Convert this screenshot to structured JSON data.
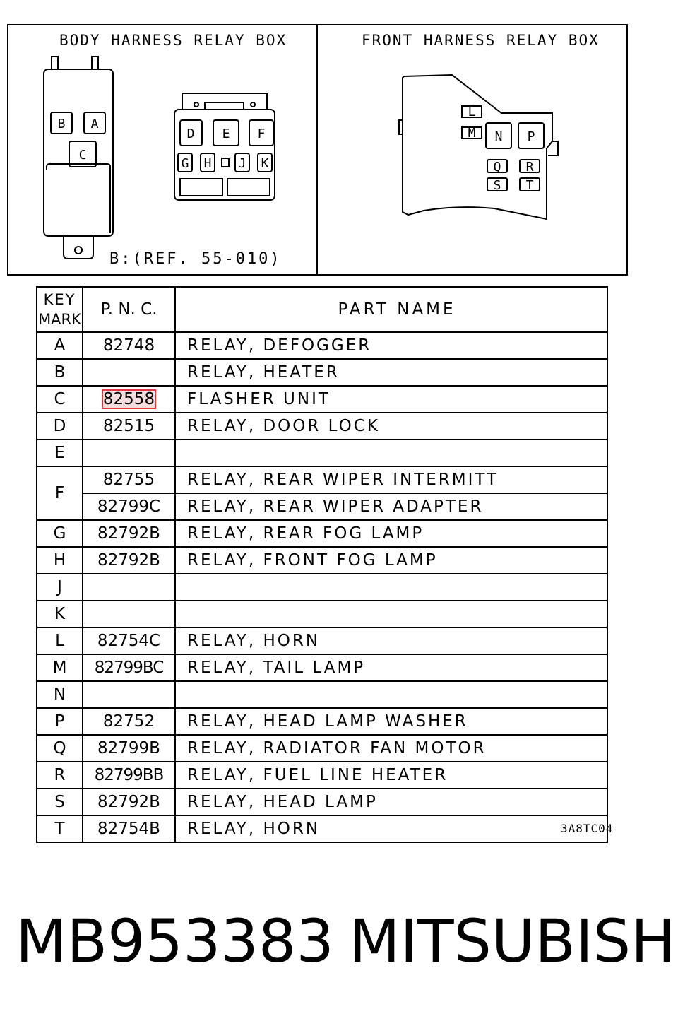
{
  "panels": {
    "body": {
      "title": "BODY HARNESS RELAY BOX",
      "ref_note": "B:(REF. 55-010)",
      "slots_left": [
        "B",
        "A",
        "C"
      ],
      "slots_right": [
        "D",
        "E",
        "F",
        "G",
        "H",
        "J",
        "K"
      ]
    },
    "front": {
      "title": "FRONT HARNESS RELAY BOX",
      "slots": [
        "L",
        "M",
        "N",
        "P",
        "Q",
        "R",
        "S",
        "T"
      ]
    }
  },
  "table": {
    "headers": {
      "key_line1": "KEY",
      "key_line2": "MARK",
      "pnc": "P. N. C.",
      "name": "PART NAME"
    },
    "rows": [
      {
        "key": "A",
        "pnc": "82748",
        "name": "RELAY, DEFOGGER"
      },
      {
        "key": "B",
        "pnc": "",
        "name": "RELAY, HEATER"
      },
      {
        "key": "C",
        "pnc": "82558",
        "name": "FLASHER UNIT",
        "highlighted": true
      },
      {
        "key": "D",
        "pnc": "82515",
        "name": "RELAY, DOOR LOCK"
      },
      {
        "key": "E",
        "pnc": "",
        "name": ""
      },
      {
        "key": "F",
        "pnc": "82755",
        "name": "RELAY, REAR WIPER INTERMITT"
      },
      {
        "key": "",
        "pnc": "82799C",
        "name": "RELAY, REAR WIPER ADAPTER"
      },
      {
        "key": "G",
        "pnc": "82792B",
        "name": "RELAY, REAR FOG LAMP"
      },
      {
        "key": "H",
        "pnc": "82792B",
        "name": "RELAY, FRONT FOG LAMP"
      },
      {
        "key": "J",
        "pnc": "",
        "name": ""
      },
      {
        "key": "K",
        "pnc": "",
        "name": ""
      },
      {
        "key": "L",
        "pnc": "82754C",
        "name": "RELAY, HORN"
      },
      {
        "key": "M",
        "pnc": "82799BC",
        "name": "RELAY, TAIL LAMP"
      },
      {
        "key": "N",
        "pnc": "",
        "name": ""
      },
      {
        "key": "P",
        "pnc": "82752",
        "name": "RELAY, HEAD LAMP WASHER"
      },
      {
        "key": "Q",
        "pnc": "82799B",
        "name": "RELAY, RADIATOR FAN MOTOR"
      },
      {
        "key": "R",
        "pnc": "82799BB",
        "name": "RELAY, FUEL LINE HEATER"
      },
      {
        "key": "S",
        "pnc": "82792B",
        "name": "RELAY, HEAD LAMP"
      },
      {
        "key": "T",
        "pnc": "82754B",
        "name": "RELAY, HORN"
      }
    ],
    "highlight_color": "#e23b3b"
  },
  "doc_code": "3A8TC04",
  "footer": {
    "part_number": "MB953383",
    "brand": "MITSUBISHI"
  }
}
